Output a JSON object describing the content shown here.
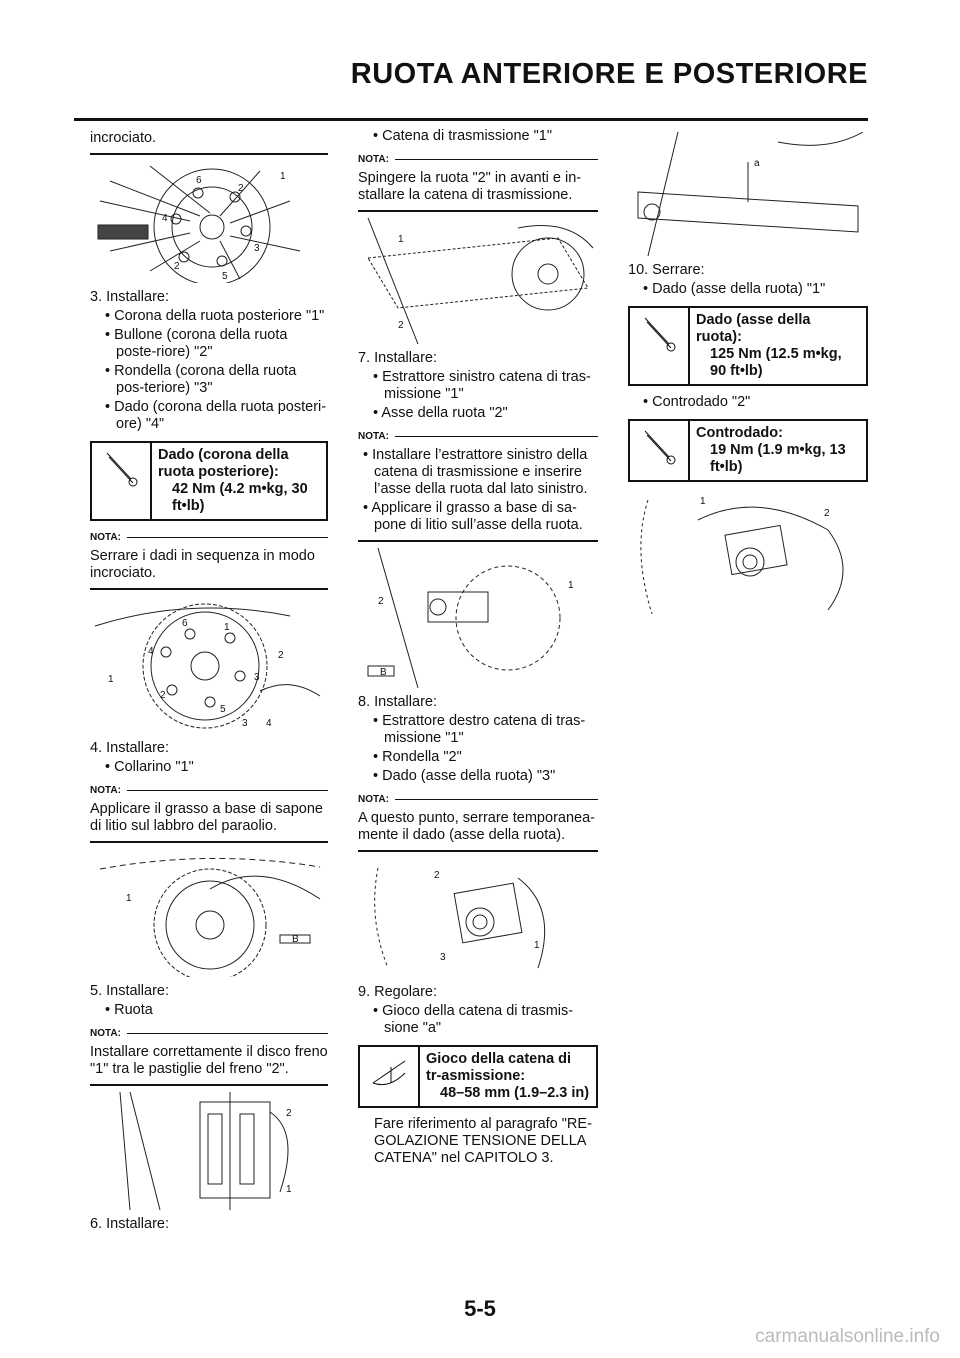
{
  "header": {
    "title": "RUOTA ANTERIORE E POSTERIORE"
  },
  "footer": {
    "page_number": "5-5",
    "watermark": "carmanualsonline.info"
  },
  "col1": {
    "intro": "incrociato.",
    "step3_title": "3. Installare:",
    "step3_items": [
      "Corona della ruota posteriore \"1\"",
      "Bullone (corona della ruota poste-riore) \"2\"",
      "Rondella (corona della ruota pos-teriore) \"3\"",
      "Dado (corona della ruota posteri-ore) \"4\""
    ],
    "torque1_label": "Dado (corona della ruota posteriore):",
    "torque1_value": "42 Nm (4.2 m•kg, 30 ft•lb)",
    "nota_label": "NOTA:",
    "nota1": "Serrare i dadi in sequenza in modo incrociato.",
    "step4_title": "4. Installare:",
    "step4_items": [
      "Collarino \"1\""
    ],
    "nota2": "Applicare il grasso a base di sapone di litio sul labbro del paraolio.",
    "step5_title": "5. Installare:",
    "step5_items": [
      "Ruota"
    ],
    "nota3": "Installare correttamente il disco freno \"1\" tra le pastiglie del freno \"2\".",
    "step6_title": "6. Installare:"
  },
  "col2": {
    "step6_items": [
      "Catena di trasmissione \"1\""
    ],
    "nota4": "Spingere la ruota \"2\" in avanti e in-stallare la catena di trasmissione.",
    "step7_title": "7. Installare:",
    "step7_items": [
      "Estrattore sinistro catena di tras-missione \"1\"",
      "Asse della ruota \"2\""
    ],
    "nota5_items": [
      "Installare l’estrattore sinistro della catena di trasmissione e inserire l’asse della ruota dal lato sinistro.",
      "Applicare il grasso a base di sa-pone di litio sull’asse della ruota."
    ],
    "step8_title": "8. Installare:",
    "step8_items": [
      "Estrattore destro catena di tras-missione \"1\"",
      "Rondella \"2\"",
      "Dado (asse della ruota) \"3\""
    ],
    "nota6": "A questo punto, serrare temporanea-mente il dado (asse della ruota).",
    "step9_title": "9. Regolare:",
    "step9_items": [
      "Gioco della catena di trasmis-sione \"a\""
    ],
    "torque2_label": "Gioco della catena di tr-asmissione:",
    "torque2_value": "48–58 mm (1.9–2.3 in)",
    "step9_ref": "Fare riferimento al paragrafo \"RE-GOLAZIONE TENSIONE DELLA CATENA\" nel CAPITOLO 3."
  },
  "col3": {
    "step10_title": "10. Serrare:",
    "step10_items": [
      "Dado (asse della ruota) \"1\""
    ],
    "torque3_label": "Dado (asse della ruota):",
    "torque3_value": "125 Nm (12.5 m•kg, 90 ft•lb)",
    "step10_items_b": [
      "Controdado \"2\""
    ],
    "torque4_label": "Controdado:",
    "torque4_value": "19 Nm (1.9 m•kg, 13 ft•lb)"
  },
  "figure_callouts": {
    "one": "1",
    "two": "2",
    "three": "3",
    "four": "4",
    "five": "5",
    "six": "6",
    "a": "a",
    "b": "B"
  }
}
